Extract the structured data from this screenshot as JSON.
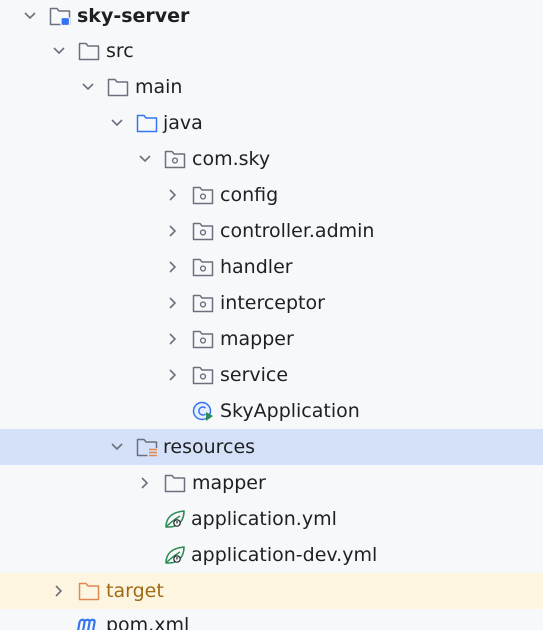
{
  "project_tree": {
    "root": "sky-server",
    "src": "src",
    "main": "main",
    "java": "java",
    "package": "com.sky",
    "packages": [
      "config",
      "controller.admin",
      "handler",
      "interceptor",
      "mapper",
      "service"
    ],
    "app_class": "SkyApplication",
    "resources": "resources",
    "resources_children": {
      "mapper": "mapper",
      "application_yml": "application.yml",
      "application_dev_yml": "application-dev.yml"
    },
    "target": "target",
    "pom": "pom.xml"
  },
  "colors": {
    "selected_row": "#d5e1f8",
    "excluded_row": "#fdf5e0",
    "folder_gray": "#6c707e",
    "folder_blue": "#3574f0",
    "folder_orange": "#e08855",
    "spring_green": "#2e8b57"
  }
}
